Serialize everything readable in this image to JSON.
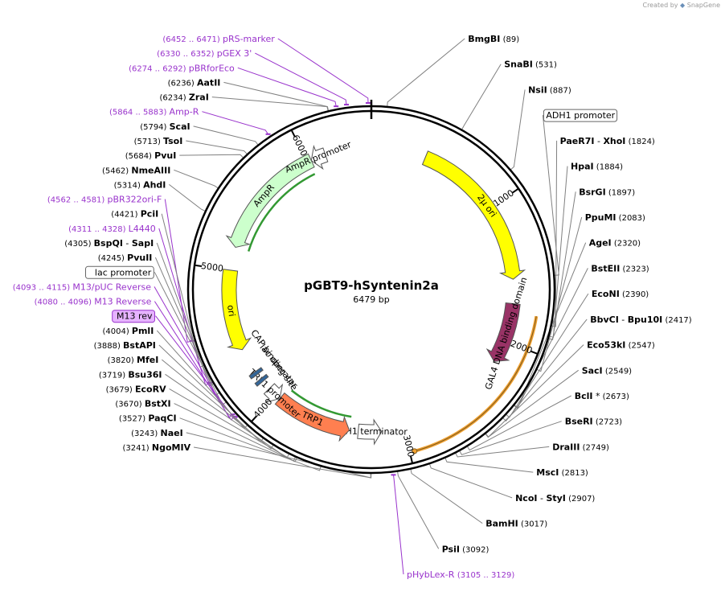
{
  "credit": {
    "prefix": "Created by",
    "brand": "SnapGene"
  },
  "plasmid": {
    "name": "pGBT9-hSyntenin2a",
    "length": "6479 bp",
    "total_bp": 6479
  },
  "ticks": [
    {
      "bp": 1000,
      "label": "1000"
    },
    {
      "bp": 2000,
      "label": "2000"
    },
    {
      "bp": 3000,
      "label": "3000"
    },
    {
      "bp": 4000,
      "label": "4000"
    },
    {
      "bp": 5000,
      "label": "5000"
    },
    {
      "bp": 6000,
      "label": "6000"
    }
  ],
  "features": [
    {
      "name": "2µ ori",
      "start": 400,
      "end": 1545,
      "dir": "fwd",
      "color": "#ffff00",
      "track": "inner"
    },
    {
      "name": "GAL4 DNA binding domain",
      "start": 1722,
      "end": 2165,
      "dir": "fwd",
      "color": "#993366",
      "track": "inner"
    },
    {
      "name": "ADH1 terminator",
      "start": 3165,
      "end": 3335,
      "dir": "rev",
      "color": "#ffffff",
      "track": "inner"
    },
    {
      "name": "TRP1",
      "start": 3400,
      "end": 3960,
      "dir": "rev",
      "color": "#ff7f50",
      "track": "inner"
    },
    {
      "name": "TRP1 promoter",
      "start": 3960,
      "end": 4065,
      "dir": "rev",
      "color": "#ffffff",
      "track": "inner"
    },
    {
      "name": "lac operator",
      "start": 4135,
      "end": 4160,
      "dir": "none",
      "color": "#336699",
      "track": "inner"
    },
    {
      "name": "CAP binding site",
      "start": 4200,
      "end": 4225,
      "dir": "none",
      "color": "#336699",
      "track": "inner"
    },
    {
      "name": "ori",
      "start": 4410,
      "end": 5000,
      "dir": "rev",
      "color": "#ffff00",
      "track": "inner"
    },
    {
      "name": "AmpR",
      "start": 5170,
      "end": 6030,
      "dir": "rev",
      "color": "#ccffcc",
      "track": "inner"
    },
    {
      "name": "AmpR promoter",
      "start": 6030,
      "end": 6140,
      "dir": "rev",
      "color": "#ffffff",
      "track": "inner"
    }
  ],
  "outer_arcs": [
    {
      "start": 1785,
      "end": 2970,
      "dir": "fwd",
      "color": "#f0a030"
    }
  ],
  "orf_arcs": [
    {
      "start": 3400,
      "end": 3930,
      "dir": "rev"
    },
    {
      "start": 5170,
      "end": 6010,
      "dir": "rev"
    }
  ],
  "dark_tick_bp": 0,
  "labels": [
    {
      "kind": "enzyme",
      "name": "BmgBI",
      "pos": "(89)",
      "bp": 89
    },
    {
      "kind": "enzyme",
      "name": "SnaBI",
      "pos": "(531)",
      "bp": 531
    },
    {
      "kind": "enzyme",
      "name": "NsiI",
      "pos": "(887)",
      "bp": 887
    },
    {
      "kind": "feature",
      "name": "ADH1 promoter",
      "bp": 1540
    },
    {
      "kind": "enzyme",
      "name": "PaeR7I",
      "sep": "-",
      "name2": "XhoI",
      "pos": "(1824)",
      "bp": 1824
    },
    {
      "kind": "enzyme",
      "name": "HpaI",
      "pos": "(1884)",
      "bp": 1884
    },
    {
      "kind": "enzyme",
      "name": "BsrGI",
      "pos": "(1897)",
      "bp": 1897
    },
    {
      "kind": "enzyme",
      "name": "PpuMI",
      "pos": "(2083)",
      "bp": 2083
    },
    {
      "kind": "enzyme",
      "name": "AgeI",
      "pos": "(2320)",
      "bp": 2320
    },
    {
      "kind": "enzyme",
      "name": "BstEII",
      "pos": "(2323)",
      "bp": 2323
    },
    {
      "kind": "enzyme",
      "name": "EcoNI",
      "pos": "(2390)",
      "bp": 2390
    },
    {
      "kind": "enzyme",
      "name": "BbvCI",
      "sep": "-",
      "name2": "Bpu10I",
      "pos": "(2417)",
      "bp": 2417
    },
    {
      "kind": "enzyme",
      "name": "Eco53kI",
      "pos": "(2547)",
      "bp": 2547
    },
    {
      "kind": "enzyme",
      "name": "SacI",
      "pos": "(2549)",
      "bp": 2549
    },
    {
      "kind": "enzyme",
      "name": "BclI",
      "star": "*",
      "pos": "(2673)",
      "bp": 2673
    },
    {
      "kind": "enzyme",
      "name": "BseRI",
      "pos": "(2723)",
      "bp": 2723
    },
    {
      "kind": "enzyme",
      "name": "DraIII",
      "pos": "(2749)",
      "bp": 2749
    },
    {
      "kind": "enzyme",
      "name": "MscI",
      "pos": "(2813)",
      "bp": 2813
    },
    {
      "kind": "enzyme",
      "name": "NcoI",
      "sep": "-",
      "name2": "StyI",
      "pos": "(2907)",
      "bp": 2907
    },
    {
      "kind": "enzyme",
      "name": "BamHI",
      "pos": "(3017)",
      "bp": 3017
    },
    {
      "kind": "enzyme",
      "name": "PsiI",
      "pos": "(3092)",
      "bp": 3092
    },
    {
      "kind": "primer",
      "name": "pHybLex-R",
      "range": "(3105 .. 3129)",
      "bp": 3117
    },
    {
      "kind": "enzyme",
      "name": "NaeI",
      "pos": "(3243)",
      "bp": 3243
    },
    {
      "kind": "enzyme",
      "name": "NgoMIV",
      "pos": "(3241)",
      "bp": 3241
    },
    {
      "kind": "enzyme",
      "name": "PaqCI",
      "pos": "(3527)",
      "bp": 3527
    },
    {
      "kind": "enzyme",
      "name": "BstXI",
      "pos": "(3670)",
      "bp": 3670
    },
    {
      "kind": "enzyme",
      "name": "EcoRV",
      "pos": "(3679)",
      "bp": 3679
    },
    {
      "kind": "enzyme",
      "name": "Bsu36I",
      "pos": "(3719)",
      "bp": 3719
    },
    {
      "kind": "enzyme",
      "name": "MfeI",
      "pos": "(3820)",
      "bp": 3820
    },
    {
      "kind": "enzyme",
      "name": "BstAPI",
      "pos": "(3888)",
      "bp": 3888
    },
    {
      "kind": "enzyme",
      "name": "PmlI",
      "pos": "(4004)",
      "bp": 4004
    },
    {
      "kind": "primerbox",
      "name": "M13 rev",
      "bp": 4075
    },
    {
      "kind": "primer",
      "name": "M13 Reverse",
      "range": "(4080 .. 4096)",
      "bp": 4088
    },
    {
      "kind": "primer",
      "name": "M13/pUC Reverse",
      "range": "(4093 .. 4115)",
      "bp": 4104
    },
    {
      "kind": "feature",
      "name": "lac promoter",
      "bp": 4180
    },
    {
      "kind": "enzyme",
      "name": "PvuII",
      "pos": "(4245)",
      "bp": 4245
    },
    {
      "kind": "enzyme",
      "name": "BspQI",
      "sep": "-",
      "name2": "SapI",
      "pos": "(4305)",
      "bp": 4305
    },
    {
      "kind": "primer",
      "name": "L4440",
      "range": "(4311 .. 4328)",
      "bp": 4320
    },
    {
      "kind": "enzyme",
      "name": "PciI",
      "pos": "(4421)",
      "bp": 4421
    },
    {
      "kind": "primer",
      "name": "pBR322ori-F",
      "range": "(4562 .. 4581)",
      "bp": 4572
    },
    {
      "kind": "enzyme",
      "name": "AhdI",
      "pos": "(5314)",
      "bp": 5314
    },
    {
      "kind": "enzyme",
      "name": "NmeAIII",
      "pos": "(5462)",
      "bp": 5462
    },
    {
      "kind": "enzyme",
      "name": "PvuI",
      "pos": "(5684)",
      "bp": 5684
    },
    {
      "kind": "enzyme",
      "name": "TsoI",
      "pos": "(5713)",
      "bp": 5713
    },
    {
      "kind": "enzyme",
      "name": "ScaI",
      "pos": "(5794)",
      "bp": 5794
    },
    {
      "kind": "primer",
      "name": "Amp-R",
      "range": "(5864 .. 5883)",
      "bp": 5874
    },
    {
      "kind": "enzyme",
      "name": "ZraI",
      "pos": "(6234)",
      "bp": 6234
    },
    {
      "kind": "enzyme",
      "name": "AatII",
      "pos": "(6236)",
      "bp": 6236
    },
    {
      "kind": "primer",
      "name": "pBRforEco",
      "range": "(6274 .. 6292)",
      "bp": 6283
    },
    {
      "kind": "primer",
      "name": "pGEX 3'",
      "range": "(6330 .. 6352)",
      "bp": 6341
    },
    {
      "kind": "primer",
      "name": "pRS-marker",
      "range": "(6452 .. 6471)",
      "bp": 6461
    }
  ],
  "colors": {
    "primer": "#9933cc",
    "enzyme_text": "#000000",
    "line": "#808080",
    "backbone": "#000000"
  }
}
